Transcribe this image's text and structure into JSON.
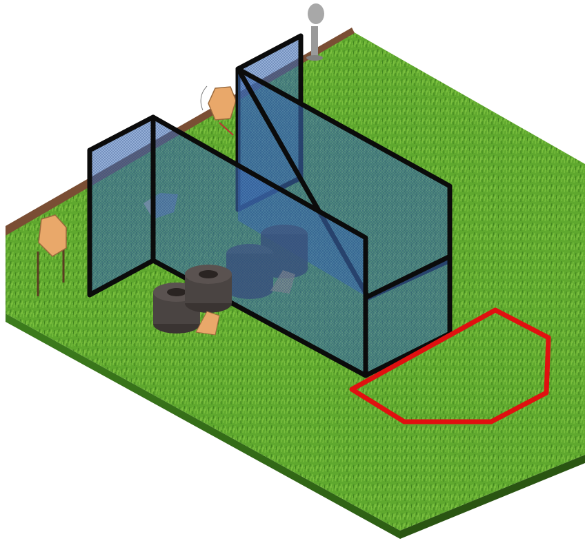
{
  "scene": {
    "kind": "isometric shooting stage layout",
    "elements": [
      "grass-field",
      "berm-backstop",
      "mesh-barrier-left",
      "mesh-barrier-center",
      "mesh-barrier-right",
      "tire-stack",
      "steel-target",
      "popper-target",
      "shooting-box"
    ]
  },
  "colors": {
    "grass": "#5fa82e",
    "grass_dark": "#3f7f1e",
    "grass_light": "#7cc13f",
    "berm": "#7a4e34",
    "barrier_fill": "#3f6fb8",
    "barrier_frame": "#0b0b0b",
    "tire": "#4a4442",
    "target": "#e9a86a",
    "shooting_box": "#e01010",
    "popper": "#9a9a9a"
  }
}
